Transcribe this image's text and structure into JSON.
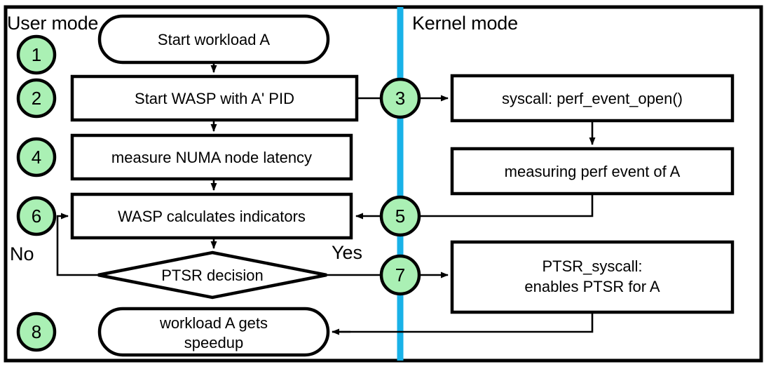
{
  "diagram": {
    "title_user_mode": "User mode",
    "title_kernel_mode": "Kernel mode",
    "colors": {
      "node_fill": "#ffffff",
      "stroke": "#000000",
      "step_circle_fill": "#aaf0b4",
      "divider_blue": "#19b2e8",
      "background": "#ffffff"
    },
    "steps": [
      {
        "id": "1",
        "label": "1"
      },
      {
        "id": "2",
        "label": "2"
      },
      {
        "id": "3",
        "label": "3"
      },
      {
        "id": "4",
        "label": "4"
      },
      {
        "id": "5",
        "label": "5"
      },
      {
        "id": "6",
        "label": "6"
      },
      {
        "id": "7",
        "label": "7"
      },
      {
        "id": "8",
        "label": "8"
      }
    ],
    "user_nodes": [
      {
        "id": "start-workload",
        "shape": "stadium",
        "text": "Start workload A"
      },
      {
        "id": "start-wasp",
        "shape": "rect",
        "text": "Start WASP with A' PID"
      },
      {
        "id": "measure-numa",
        "shape": "rect",
        "text": "measure NUMA node latency"
      },
      {
        "id": "wasp-indicators",
        "shape": "rect",
        "text": "WASP calculates indicators"
      },
      {
        "id": "ptsr-decision",
        "shape": "diamond",
        "text": "PTSR decision"
      },
      {
        "id": "workload-speedup",
        "shape": "stadium",
        "text_line1": "workload A gets",
        "text_line2": "speedup"
      }
    ],
    "kernel_nodes": [
      {
        "id": "perf-event-open",
        "shape": "rect",
        "text": "syscall: perf_event_open()"
      },
      {
        "id": "measuring-perf",
        "shape": "rect",
        "text": "measuring perf event of A"
      },
      {
        "id": "ptsr-syscall",
        "shape": "rect",
        "text_line1": "PTSR_syscall:",
        "text_line2": "enables PTSR for A"
      }
    ],
    "branch_labels": {
      "no": "No",
      "yes": "Yes"
    }
  }
}
